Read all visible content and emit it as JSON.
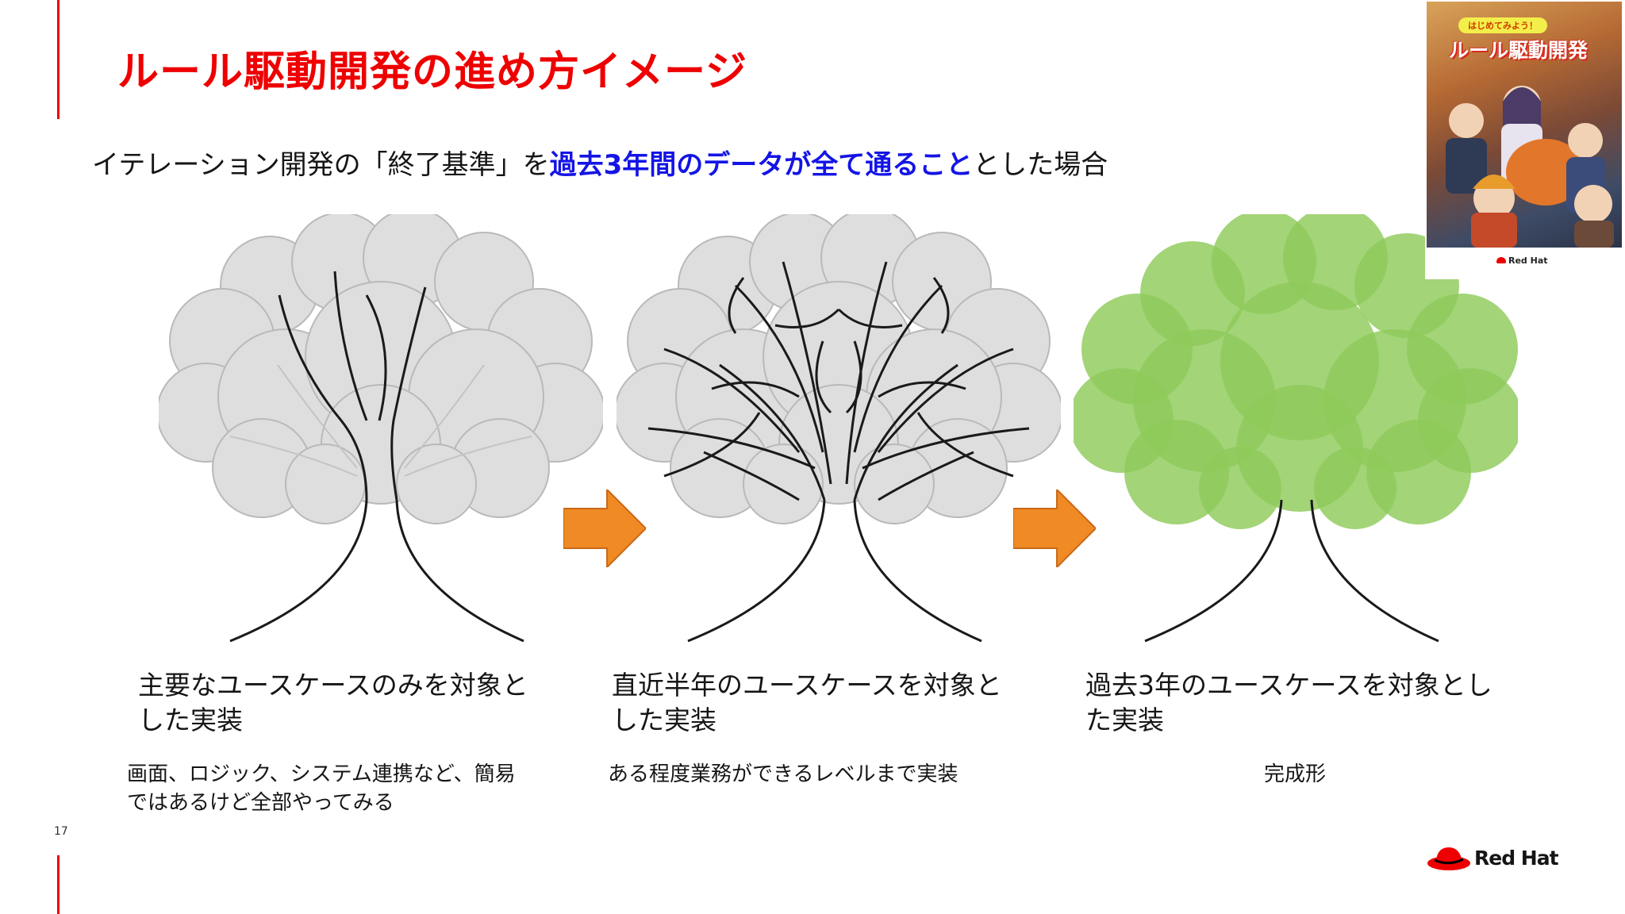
{
  "slide": {
    "title": "ルール駆動開発の進め方イメージ",
    "subtitle": {
      "prefix": "イテレーション開発の「終了基準」を",
      "emphasis": "過去3年間のデータが全て通ること",
      "suffix": "とした場合"
    },
    "page_number": "17"
  },
  "stages": [
    {
      "caption": "主要なユースケースのみを対象と\nした実装",
      "description": "画面、ロジック、システム連携など、簡易\nではあるけど全部やってみる"
    },
    {
      "caption": "直近半年のユースケースを対象と\nした実装",
      "description": "ある程度業務ができるレベルまで実装"
    },
    {
      "caption": "過去3年のユースケースを対象とし\nた実装",
      "description": "完成形"
    }
  ],
  "cover": {
    "badge": "はじめてみよう！",
    "title": "ルール駆動開発",
    "logo": "Red Hat"
  },
  "logo": {
    "text": "Red Hat"
  },
  "colors": {
    "accent_red": "#ee0000",
    "emphasis_blue": "#1414e6",
    "arrow_orange": "#ef8a24",
    "foliage_green": "#8fcb5a",
    "foliage_gray": "#dcdcdc"
  }
}
